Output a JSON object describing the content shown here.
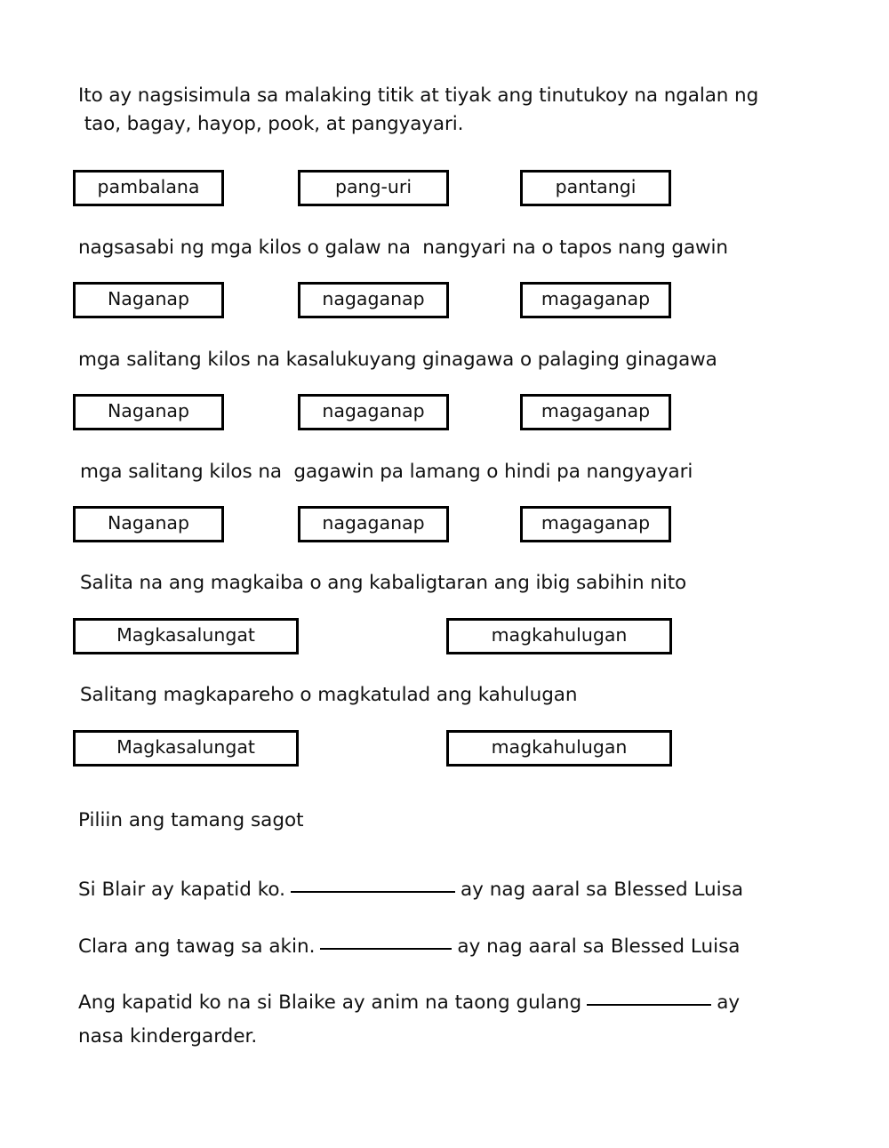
{
  "worksheet": {
    "sections": [
      {
        "prompt": "Ito ay nagsisimula sa malaking titik at tiyak ang tinutukoy na ngalan ng\n tao, bagay, hayop, pook, at pangyayari.",
        "options": [
          "pambalana",
          "pang-uri",
          "pantangi"
        ]
      },
      {
        "prompt": "nagsasabi ng mga kilos o galaw na  nangyari na o tapos nang gawin",
        "options": [
          "Naganap",
          "nagaganap",
          "magaganap"
        ]
      },
      {
        "prompt": "mga salitang kilos na kasalukuyang ginagawa o palaging ginagawa",
        "options": [
          "Naganap",
          "nagaganap",
          "magaganap"
        ]
      },
      {
        "prompt": "mga salitang kilos na  gagawin pa lamang o hindi pa nangyayari",
        "options": [
          "Naganap",
          "nagaganap",
          "magaganap"
        ]
      },
      {
        "prompt": "Salita na ang magkaiba o ang kabaligtaran ang ibig sabihin nito",
        "options": [
          "Magkasalungat",
          "magkahulugan"
        ]
      },
      {
        "prompt": "Salitang magkapareho o magkatulad ang kahulugan",
        "options": [
          "Magkasalungat",
          "magkahulugan"
        ]
      }
    ],
    "instruction": "Piliin ang tamang sagot",
    "fill_in_items": [
      {
        "before": "Si Blair ay kapatid ko.",
        "after": "ay nag aaral sa Blessed Luisa"
      },
      {
        "before": "Clara ang tawag sa akin.",
        "after": "ay nag aaral sa Blessed Luisa"
      },
      {
        "before": "Ang kapatid ko na si Blaike ay anim na taong gulang",
        "after": "ay",
        "second_line": "nasa kindergarder."
      }
    ]
  },
  "colors": {
    "page_background": "#ffffff",
    "text": "#111111",
    "box_border": "#000000"
  }
}
